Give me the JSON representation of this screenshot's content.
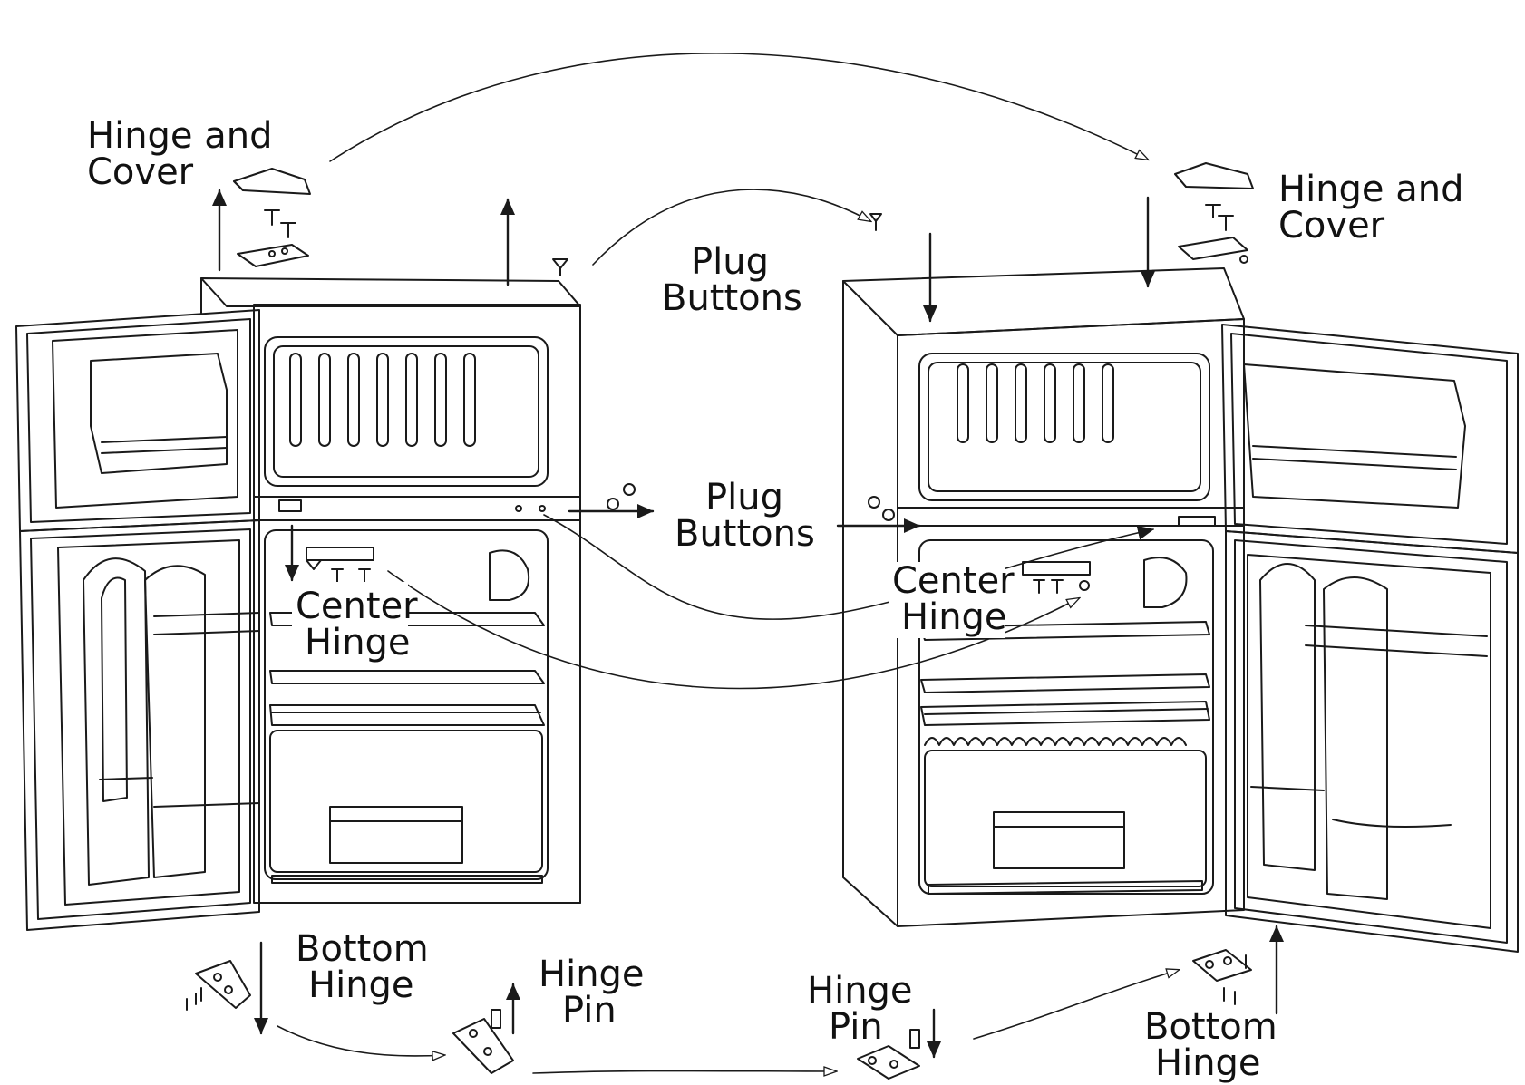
{
  "labels": {
    "hinge_cover_left_line1": "Hinge and",
    "hinge_cover_left_line2": "Cover",
    "hinge_cover_right_line1": "Hinge and",
    "hinge_cover_right_line2": "Cover",
    "plug_buttons_top_line1": "Plug",
    "plug_buttons_top_line2": "Buttons",
    "plug_buttons_mid_line1": "Plug",
    "plug_buttons_mid_line2": "Buttons",
    "center_hinge_left_line1": "Center",
    "center_hinge_left_line2": "Hinge",
    "center_hinge_right_line1": "Center",
    "center_hinge_right_line2": "Hinge",
    "bottom_hinge_left_line1": "Bottom",
    "bottom_hinge_left_line2": "Hinge",
    "bottom_hinge_right_line1": "Bottom",
    "bottom_hinge_right_line2": "Hinge",
    "hinge_pin_left_line1": "Hinge",
    "hinge_pin_left_line2": "Pin",
    "hinge_pin_right_line1": "Hinge",
    "hinge_pin_right_line2": "Pin"
  },
  "colors": {
    "line": "#1a1a1a",
    "background": "#ffffff"
  }
}
